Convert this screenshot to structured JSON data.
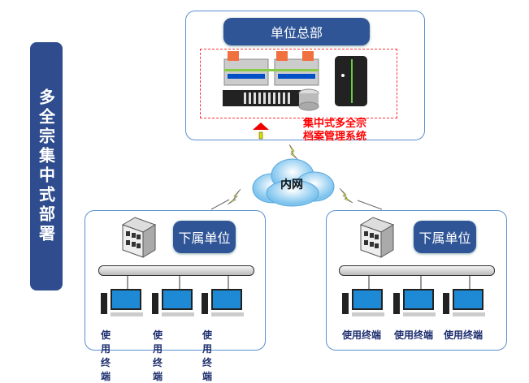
{
  "banner": {
    "label": "多全宗集中式部署"
  },
  "hq": {
    "title": "单位总部",
    "system_label_line1": "集中式多全宗",
    "system_label_line2": "档案管理系统"
  },
  "network": {
    "label": "内网"
  },
  "branches": [
    {
      "title": "下属单位",
      "terminals": [
        "使用终端",
        "使用终端",
        "使用终端"
      ]
    },
    {
      "title": "下属单位",
      "terminals": [
        "使用终端",
        "使用终端",
        "使用终端"
      ]
    }
  ],
  "colors": {
    "banner": "#2f4d8e",
    "pill": "#2f5597",
    "border": "#5b8fd0",
    "system_label": "#ff0000"
  }
}
